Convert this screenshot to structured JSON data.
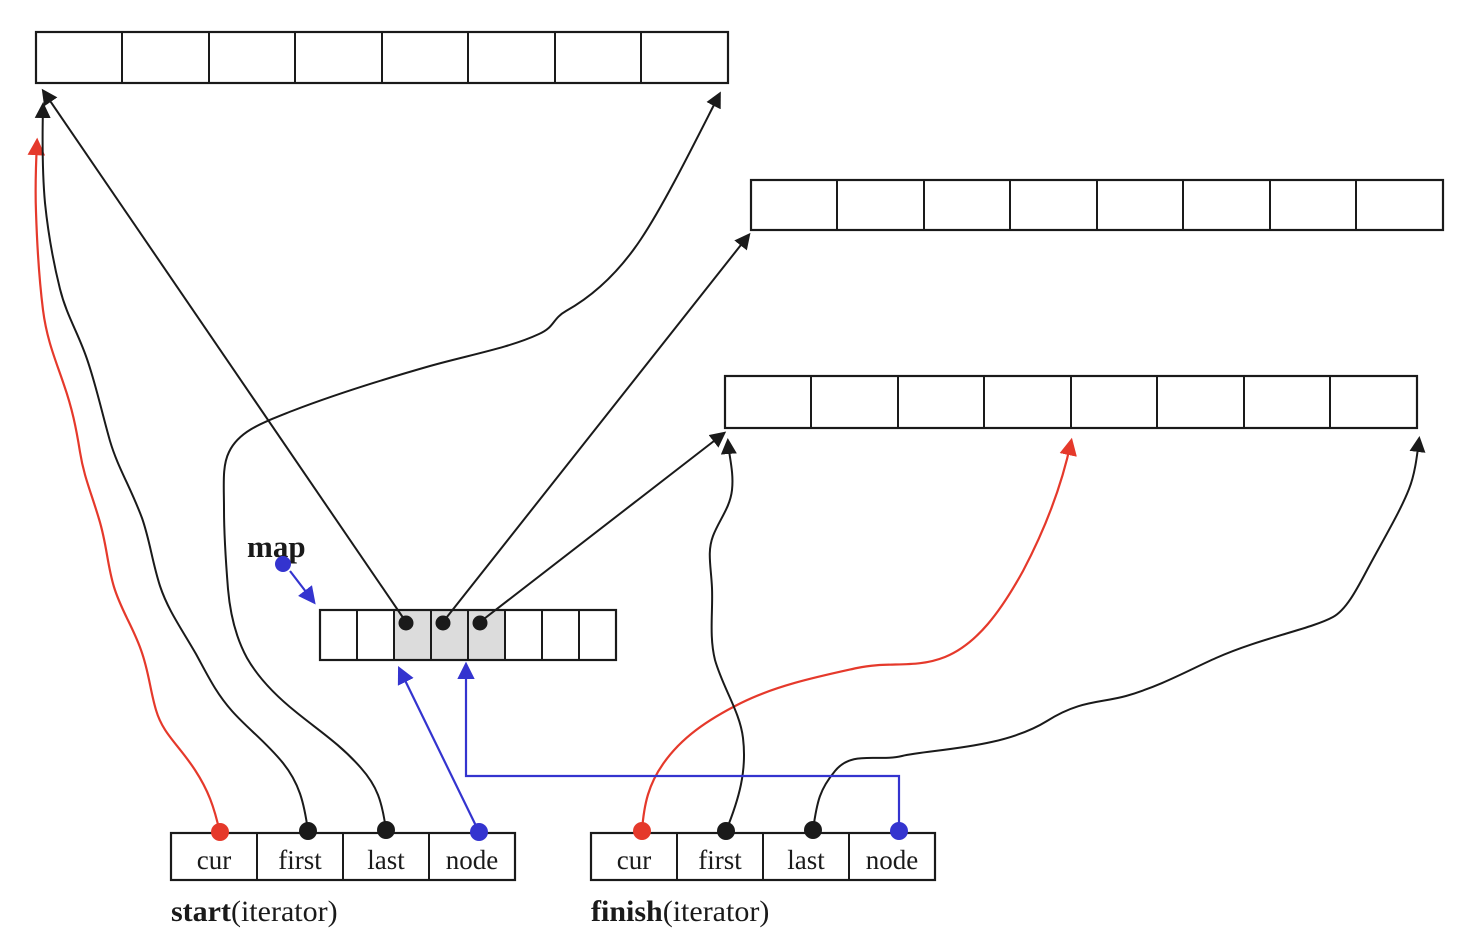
{
  "diagram_type": "deque-internal-structure",
  "labels": {
    "map": "map",
    "start_bold": "start",
    "start_rest": "(iterator)",
    "finish_bold": "finish",
    "finish_rest": "(iterator)"
  },
  "iterator_fields": [
    "cur",
    "first",
    "last",
    "node"
  ],
  "buffers": {
    "count": 3,
    "cells_per_buffer": 8
  },
  "map_array": {
    "cells": 8,
    "shaded_cell_indices": [
      2,
      3,
      4
    ],
    "pointer_dots": 3
  },
  "colors": {
    "line_black": "#1a1a1a",
    "accent_red": "#e5392b",
    "accent_blue": "#3434cf",
    "map_cell_shade": "#dcdcdc",
    "background": "#ffffff"
  }
}
